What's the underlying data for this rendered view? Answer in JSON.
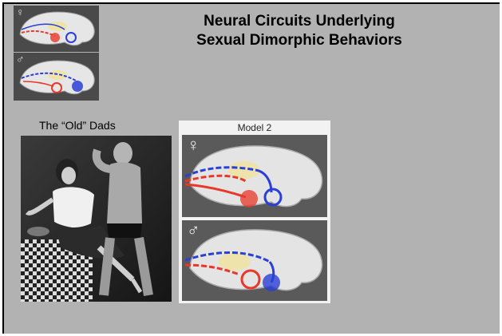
{
  "slide": {
    "title_line1": "Neural Circuits Underlying",
    "title_line2": "Sexual Dimorphic Behaviors",
    "photo_caption": "The “Old” Dads",
    "model_title": "Model 2"
  },
  "symbols": {
    "female": "♀",
    "male": "♂"
  },
  "colors": {
    "slide_bg": "#b2b2b2",
    "female_pathway": "#e8382a",
    "male_pathway": "#2a3fd6"
  }
}
